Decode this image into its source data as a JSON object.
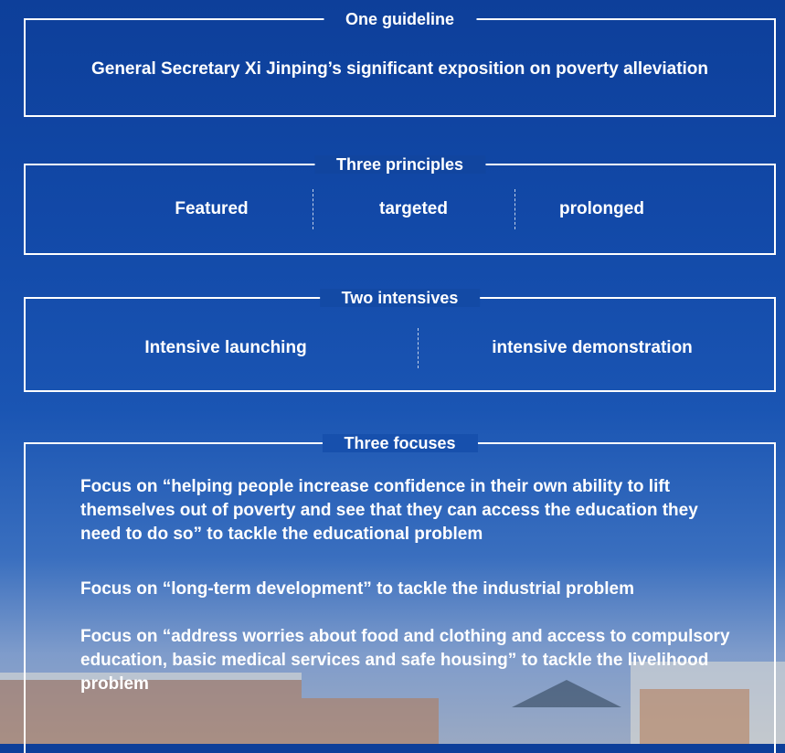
{
  "guideline": {
    "title": "One guideline",
    "text": "General Secretary Xi Jinping’s significant exposition on poverty alleviation"
  },
  "principles": {
    "title": "Three principles",
    "items": [
      "Featured",
      "targeted",
      "prolonged"
    ]
  },
  "intensives": {
    "title": "Two intensives",
    "items": [
      "Intensive launching",
      "intensive demonstration"
    ]
  },
  "focuses": {
    "title": "Three focuses",
    "items": [
      "Focus on “helping people increase confidence in their own ability to lift themselves out of poverty and see that they can access the education they need to do so” to tackle the educational problem",
      "Focus on “long-term development” to tackle the industrial problem",
      "Focus on “address worries about food and clothing and access to compulsory education, basic medical services and safe housing” to tackle the livelihood problem"
    ]
  }
}
